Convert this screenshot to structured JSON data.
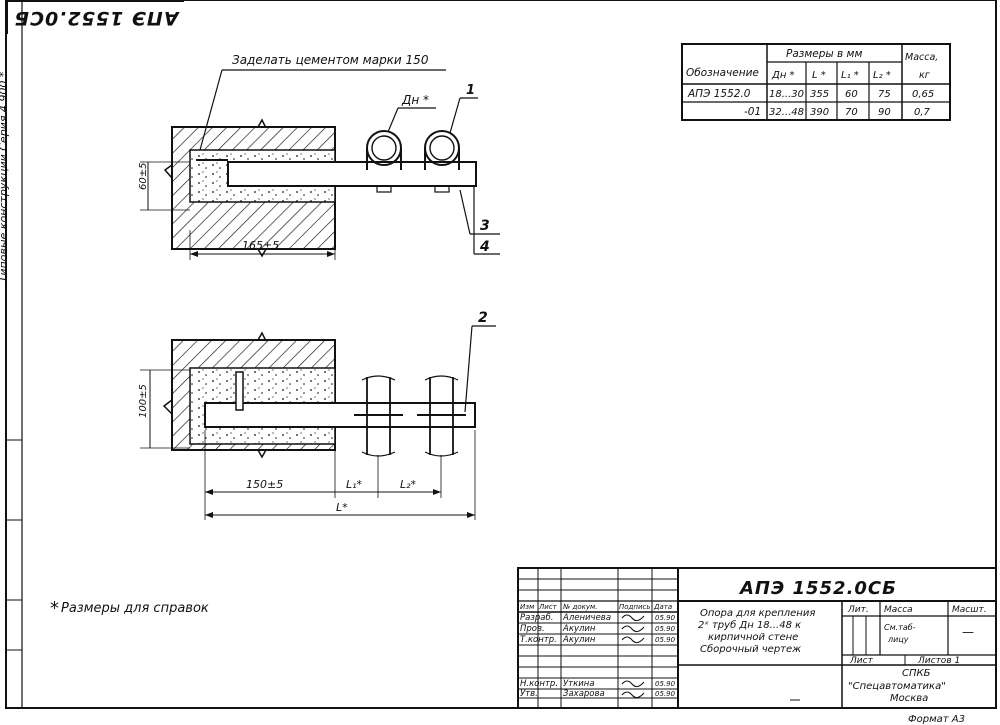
{
  "stamp": {
    "code": "АПЭ 1552.0СБ"
  },
  "side_text": "Типовые конструкции   Серия 4.900 *",
  "callouts": {
    "cement_note": "Заделать цементом марки 150",
    "dn_label": "Дн *",
    "item1": "1",
    "item2": "2",
    "item3": "3",
    "item4": "4"
  },
  "dimensions": {
    "top_height": "60±5",
    "top_length": "165±5",
    "bottom_height": "100±5",
    "bottom_offset": "150±5",
    "l1": "L₁*",
    "l2": "L₂*",
    "l_total": "L*"
  },
  "size_table": {
    "header_designation": "Обозначение",
    "header_sizes": "Размеры в мм",
    "header_mass": "Масса,",
    "header_mass_unit": "кг",
    "sub_headers": [
      "Дн *",
      "L *",
      "L₁ *",
      "L₂ *"
    ],
    "rows": [
      {
        "designation": "АПЭ 1552.0",
        "dn": "18...30",
        "l": "355",
        "l1": "60",
        "l2": "75",
        "mass": "0,65"
      },
      {
        "designation": "-01",
        "dn": "32...48",
        "l": "390",
        "l1": "70",
        "l2": "90",
        "mass": "0,7"
      }
    ]
  },
  "reference_note": "Размеры для справок",
  "title_block": {
    "code": "АПЭ 1552.0СБ",
    "desc": [
      "Опора для крепления",
      "2ˣ труб Дн 18...48 к",
      "кирпичной стене",
      "Сборочный чертеж"
    ],
    "head": [
      "Изм",
      "Лист",
      "№ докум.",
      "Подпись",
      "Дата"
    ],
    "roles": [
      {
        "role": "Разраб.",
        "name": "Аленичева",
        "date": "05.90"
      },
      {
        "role": "Пров.",
        "name": "Акулин",
        "date": "05.90"
      },
      {
        "role": "Т.контр.",
        "name": "Акулин",
        "date": "05.90"
      },
      {
        "role": "",
        "name": "",
        "date": ""
      },
      {
        "role": "Н.контр.",
        "name": "Уткина",
        "date": "05.90"
      },
      {
        "role": "Утв.",
        "name": "Захарова",
        "date": "05.90"
      }
    ],
    "lit": "Лит.",
    "mass": "Масса",
    "scale": "Масшт.",
    "mass_value": "См.таб-",
    "mass_value2": "лицу",
    "scale_value": "—",
    "sheet": "Лист",
    "sheets": "Листов 1",
    "org1": "СПКБ",
    "org2": "\"Спецавтоматика\"",
    "org3": "Москва",
    "format": "Формат А3"
  }
}
